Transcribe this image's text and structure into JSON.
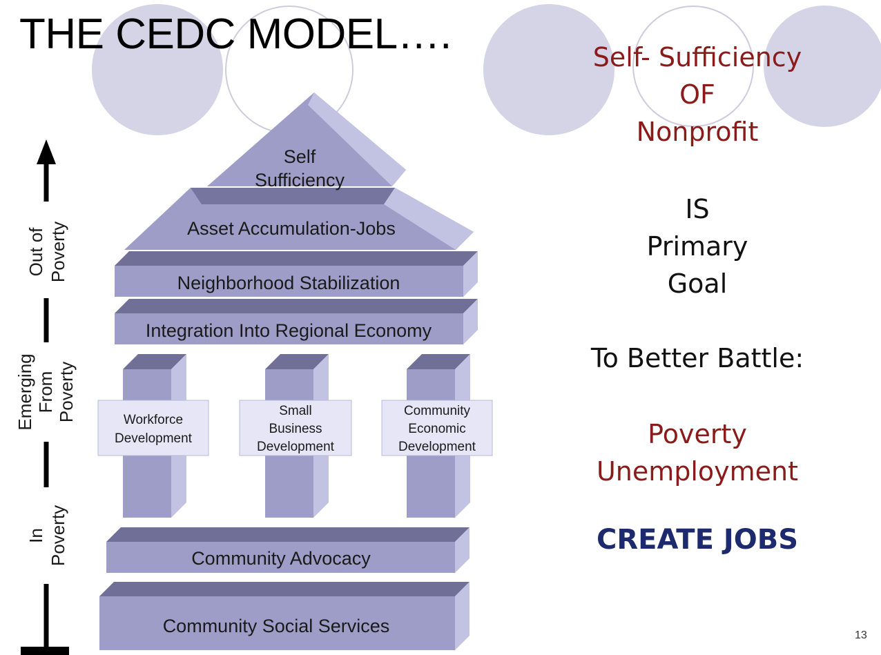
{
  "slide": {
    "title": "THE  CEDC MODEL….",
    "page_number": "13"
  },
  "pyramid": {
    "roof": [
      "Self",
      "Sufficiency"
    ],
    "asset": "Asset Accumulation-Jobs",
    "neighborhood": "Neighborhood Stabilization",
    "integration": "Integration Into Regional Economy",
    "pillars": [
      [
        "Workforce",
        "Development"
      ],
      [
        "Small",
        "Business",
        "Development"
      ],
      [
        "Community",
        "Economic",
        "Development"
      ]
    ],
    "advocacy": "Community Advocacy",
    "social": "Community Social  Services"
  },
  "axis": {
    "out": [
      "Out of",
      "Poverty"
    ],
    "emerging": [
      "Emerging",
      "From",
      "Poverty"
    ],
    "in": [
      "In",
      "Poverty"
    ]
  },
  "right_panel": {
    "line1": "Self- Sufficiency",
    "line2": "OF",
    "line3": "Nonprofit",
    "line4": "IS",
    "line5": "Primary",
    "line6": "Goal",
    "line7": "To Better Battle:",
    "line8": "Poverty",
    "line9": "Unemployment",
    "line10": "CREATE JOBS"
  },
  "colors": {
    "face": "#9d9dc7",
    "top": "#6f6f98",
    "side": "#c2c2e2",
    "label_box": "#e6e6f6",
    "dark_red": "#8b1a1a",
    "navy": "#1e2a6e"
  }
}
